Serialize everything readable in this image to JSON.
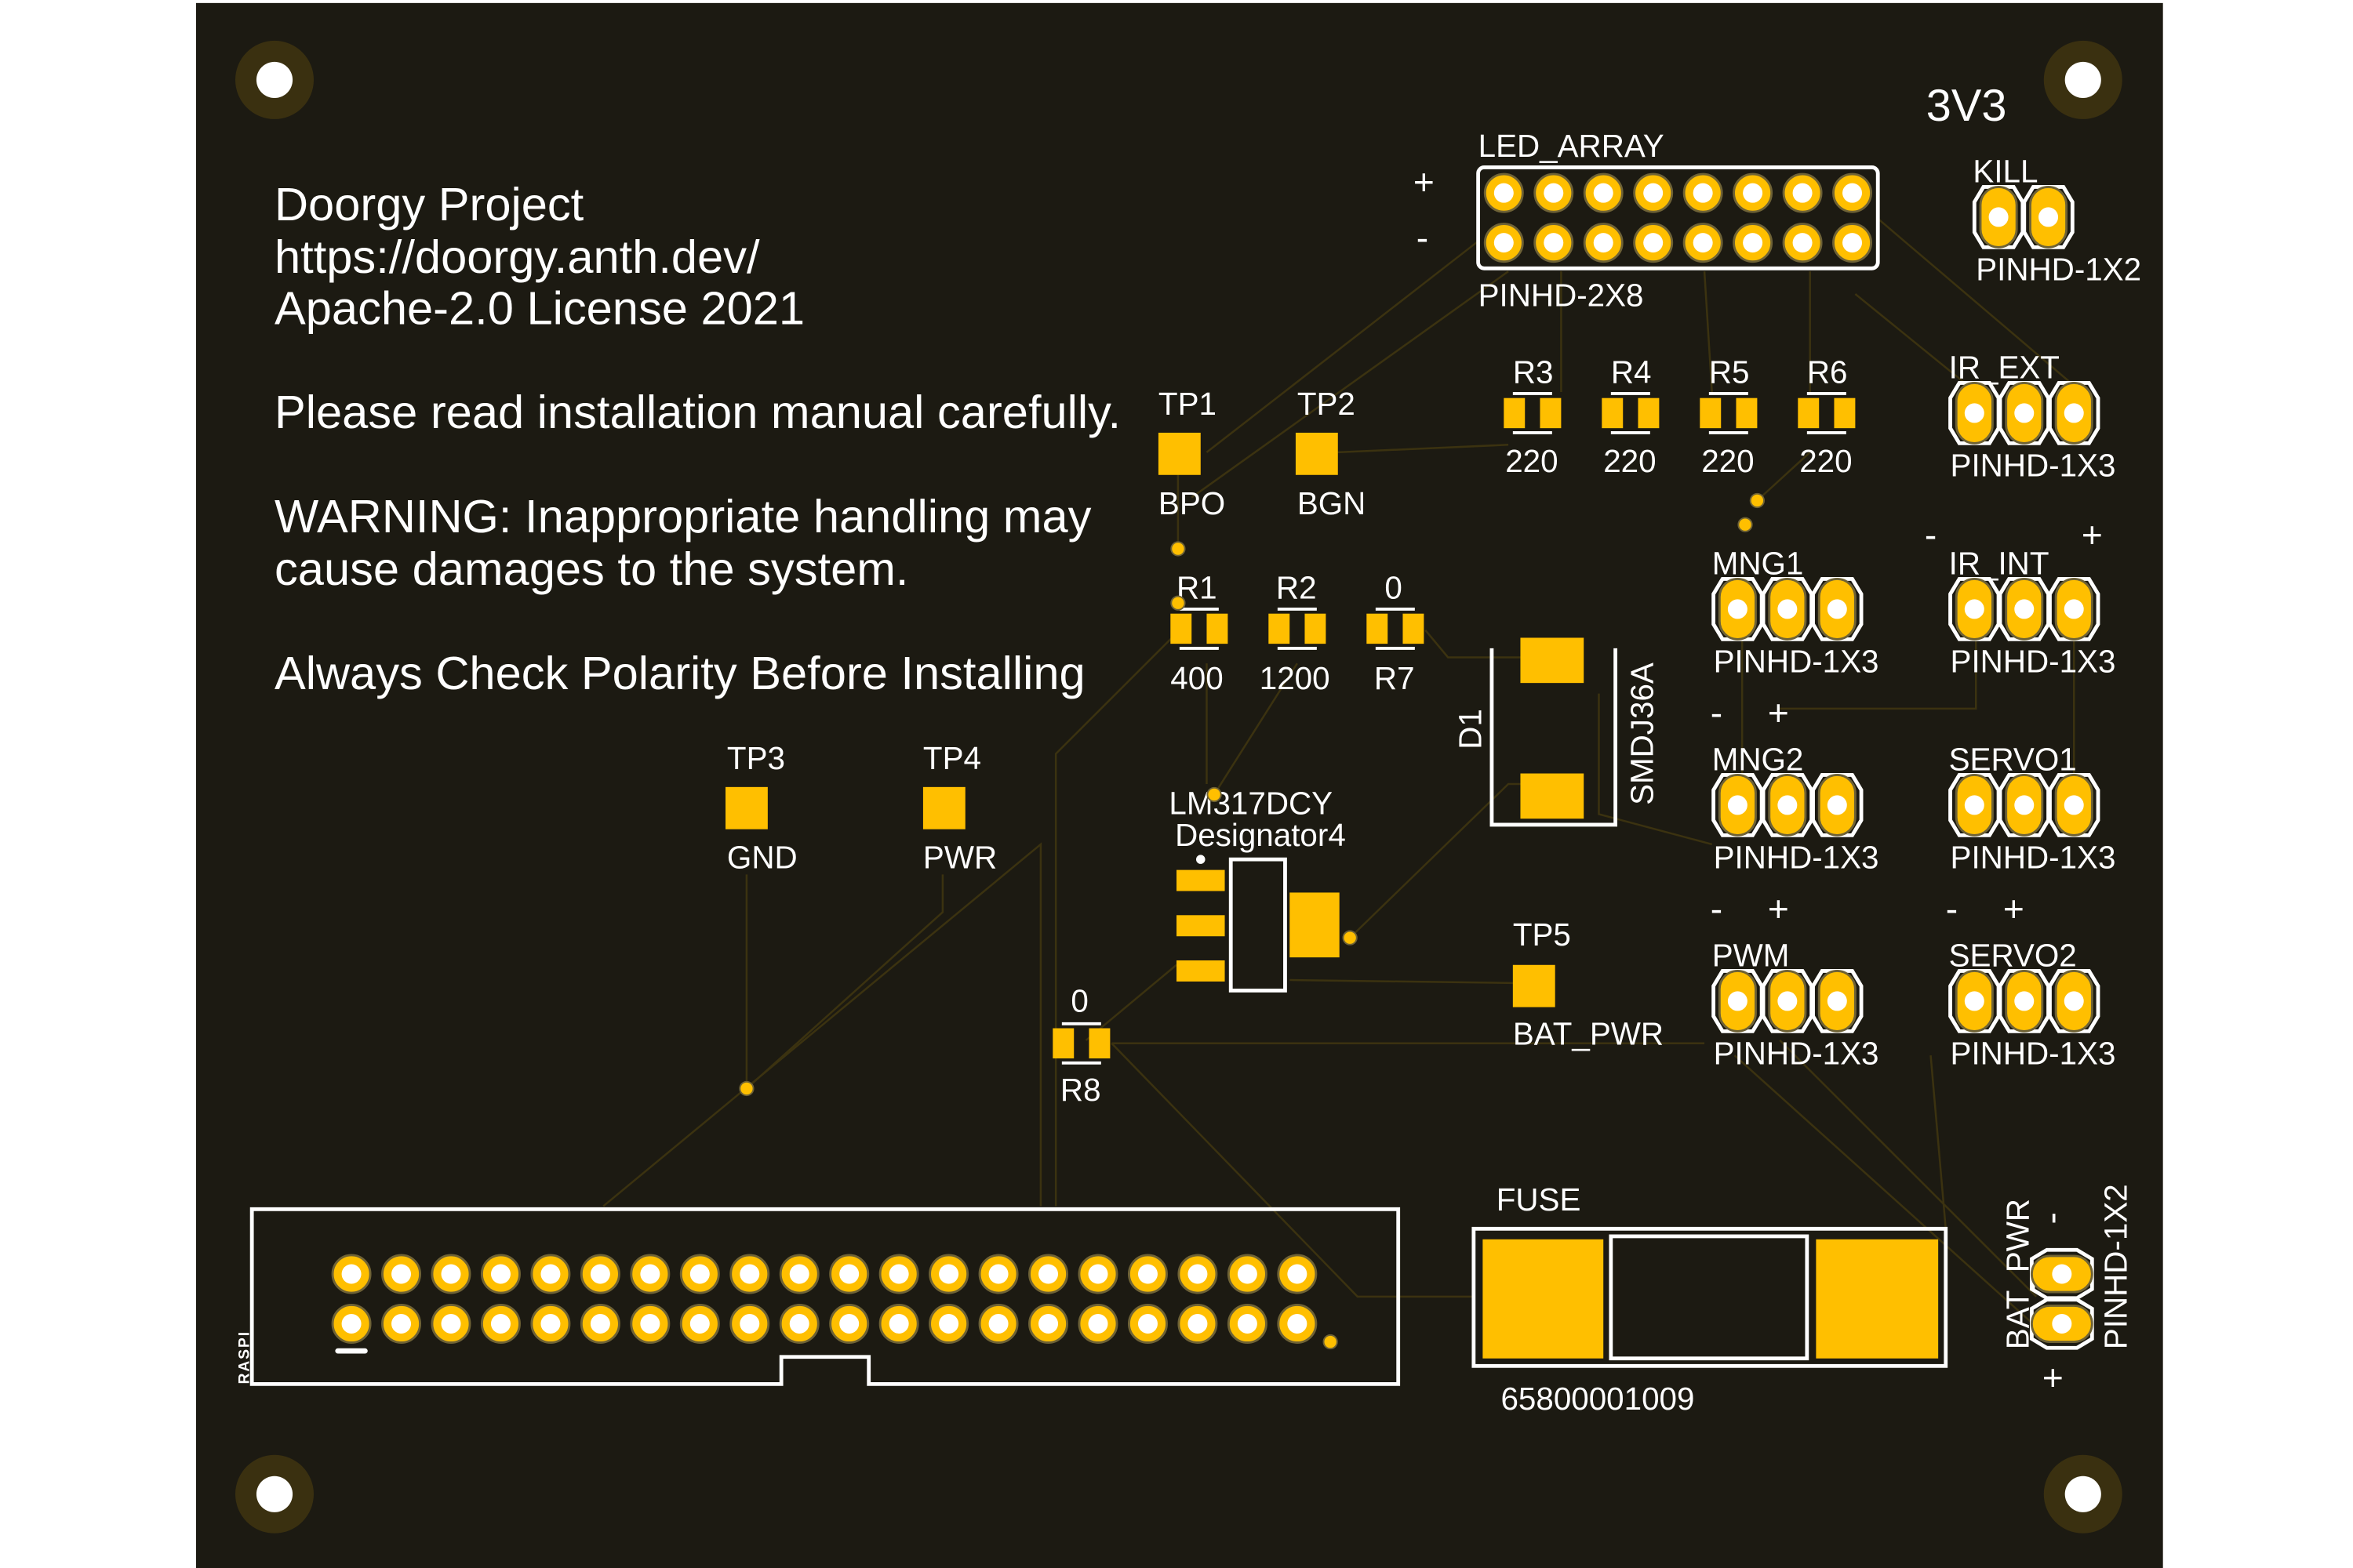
{
  "colors": {
    "board": "#1c1a12",
    "copper": "#ffbf00",
    "silkscreen": "#ffffff",
    "hole_ring": "#3a3010"
  },
  "notes": {
    "line1": "Doorgy Project",
    "line2": "https://doorgy.anth.dev/",
    "line3": "Apache-2.0 License 2021",
    "line4": "Please read installation manual carefully.",
    "line5": "WARNING: Inappropriate handling may",
    "line6": "cause damages to the system.",
    "line7": "Always Check Polarity Before Installing"
  },
  "power_label": "3V3",
  "led_array": {
    "name": "LED_ARRAY",
    "package": "PINHD-2X8",
    "plus": "+",
    "minus": "-"
  },
  "kill": {
    "name": "KILL",
    "package": "PINHD-1X2"
  },
  "resistors": {
    "r3": {
      "name": "R3",
      "value": "220"
    },
    "r4": {
      "name": "R4",
      "value": "220"
    },
    "r5": {
      "name": "R5",
      "value": "220"
    },
    "r6": {
      "name": "R6",
      "value": "220"
    },
    "r1": {
      "name": "R1",
      "value": "400"
    },
    "r2": {
      "name": "R2",
      "value": "1200"
    },
    "r7": {
      "name": "R7",
      "value": "0"
    },
    "r8": {
      "name": "R8",
      "value": "0"
    }
  },
  "headers": {
    "ir_ext": {
      "name": "IR_EXT",
      "package": "PINHD-1X3"
    },
    "ir_int": {
      "name": "IR_INT",
      "package": "PINHD-1X3",
      "minus": "-",
      "plus": "+"
    },
    "mng1": {
      "name": "MNG1",
      "package": "PINHD-1X3"
    },
    "mng2": {
      "name": "MNG2",
      "package": "PINHD-1X3",
      "minus": "-",
      "plus": "+"
    },
    "servo1": {
      "name": "SERVO1",
      "package": "PINHD-1X3"
    },
    "pwm": {
      "name": "PWM",
      "package": "PINHD-1X3",
      "minus": "-",
      "plus": "+"
    },
    "servo2": {
      "name": "SERVO2",
      "package": "PINHD-1X3",
      "minus": "-",
      "plus": "+"
    },
    "bat_pwr": {
      "name": "BAT_PWR",
      "package": "PINHD-1X2",
      "minus": "-",
      "plus": "+"
    }
  },
  "test_points": {
    "tp1": {
      "name": "TP1",
      "label": "BPO"
    },
    "tp2": {
      "name": "TP2",
      "label": "BGN"
    },
    "tp3": {
      "name": "TP3",
      "label": "GND"
    },
    "tp4": {
      "name": "TP4",
      "label": "PWR"
    },
    "tp5": {
      "name": "TP5",
      "label": "BAT_PWR"
    }
  },
  "diode": {
    "name": "D1",
    "part": "SMDJ36A"
  },
  "regulator": {
    "part": "LM317DCY",
    "designator": "Designator4"
  },
  "fuse": {
    "name": "FUSE",
    "part": "65800001009"
  },
  "raspi": {
    "name": "RASPI"
  }
}
